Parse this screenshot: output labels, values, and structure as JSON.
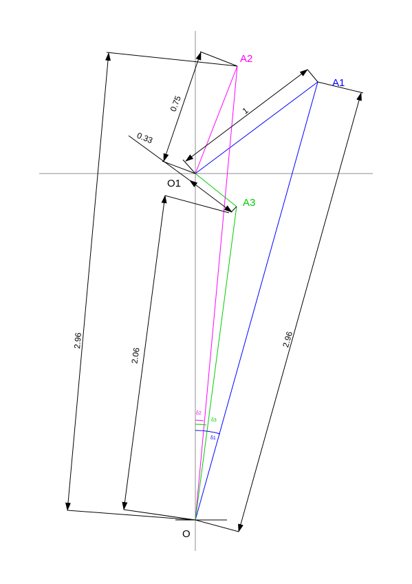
{
  "colors": {
    "axis": "#8c8c8c",
    "dimension": "#000000",
    "a1": "#0000ff",
    "a2": "#ff00ff",
    "a3": "#00cc00"
  },
  "points": {
    "o": "O",
    "o1": "O1",
    "a1": "A1",
    "a2": "A2",
    "a3": "A3"
  },
  "dimensions": {
    "d_0_33": "0.33",
    "d_0_75": "0.75",
    "d_1": "1",
    "d_2_96_left": "2.96",
    "d_2_06": "2.06",
    "d_2_96_right": "2.96"
  },
  "angles": {
    "delta1": "δ1",
    "delta2": "δ2",
    "delta3": "δ3"
  }
}
